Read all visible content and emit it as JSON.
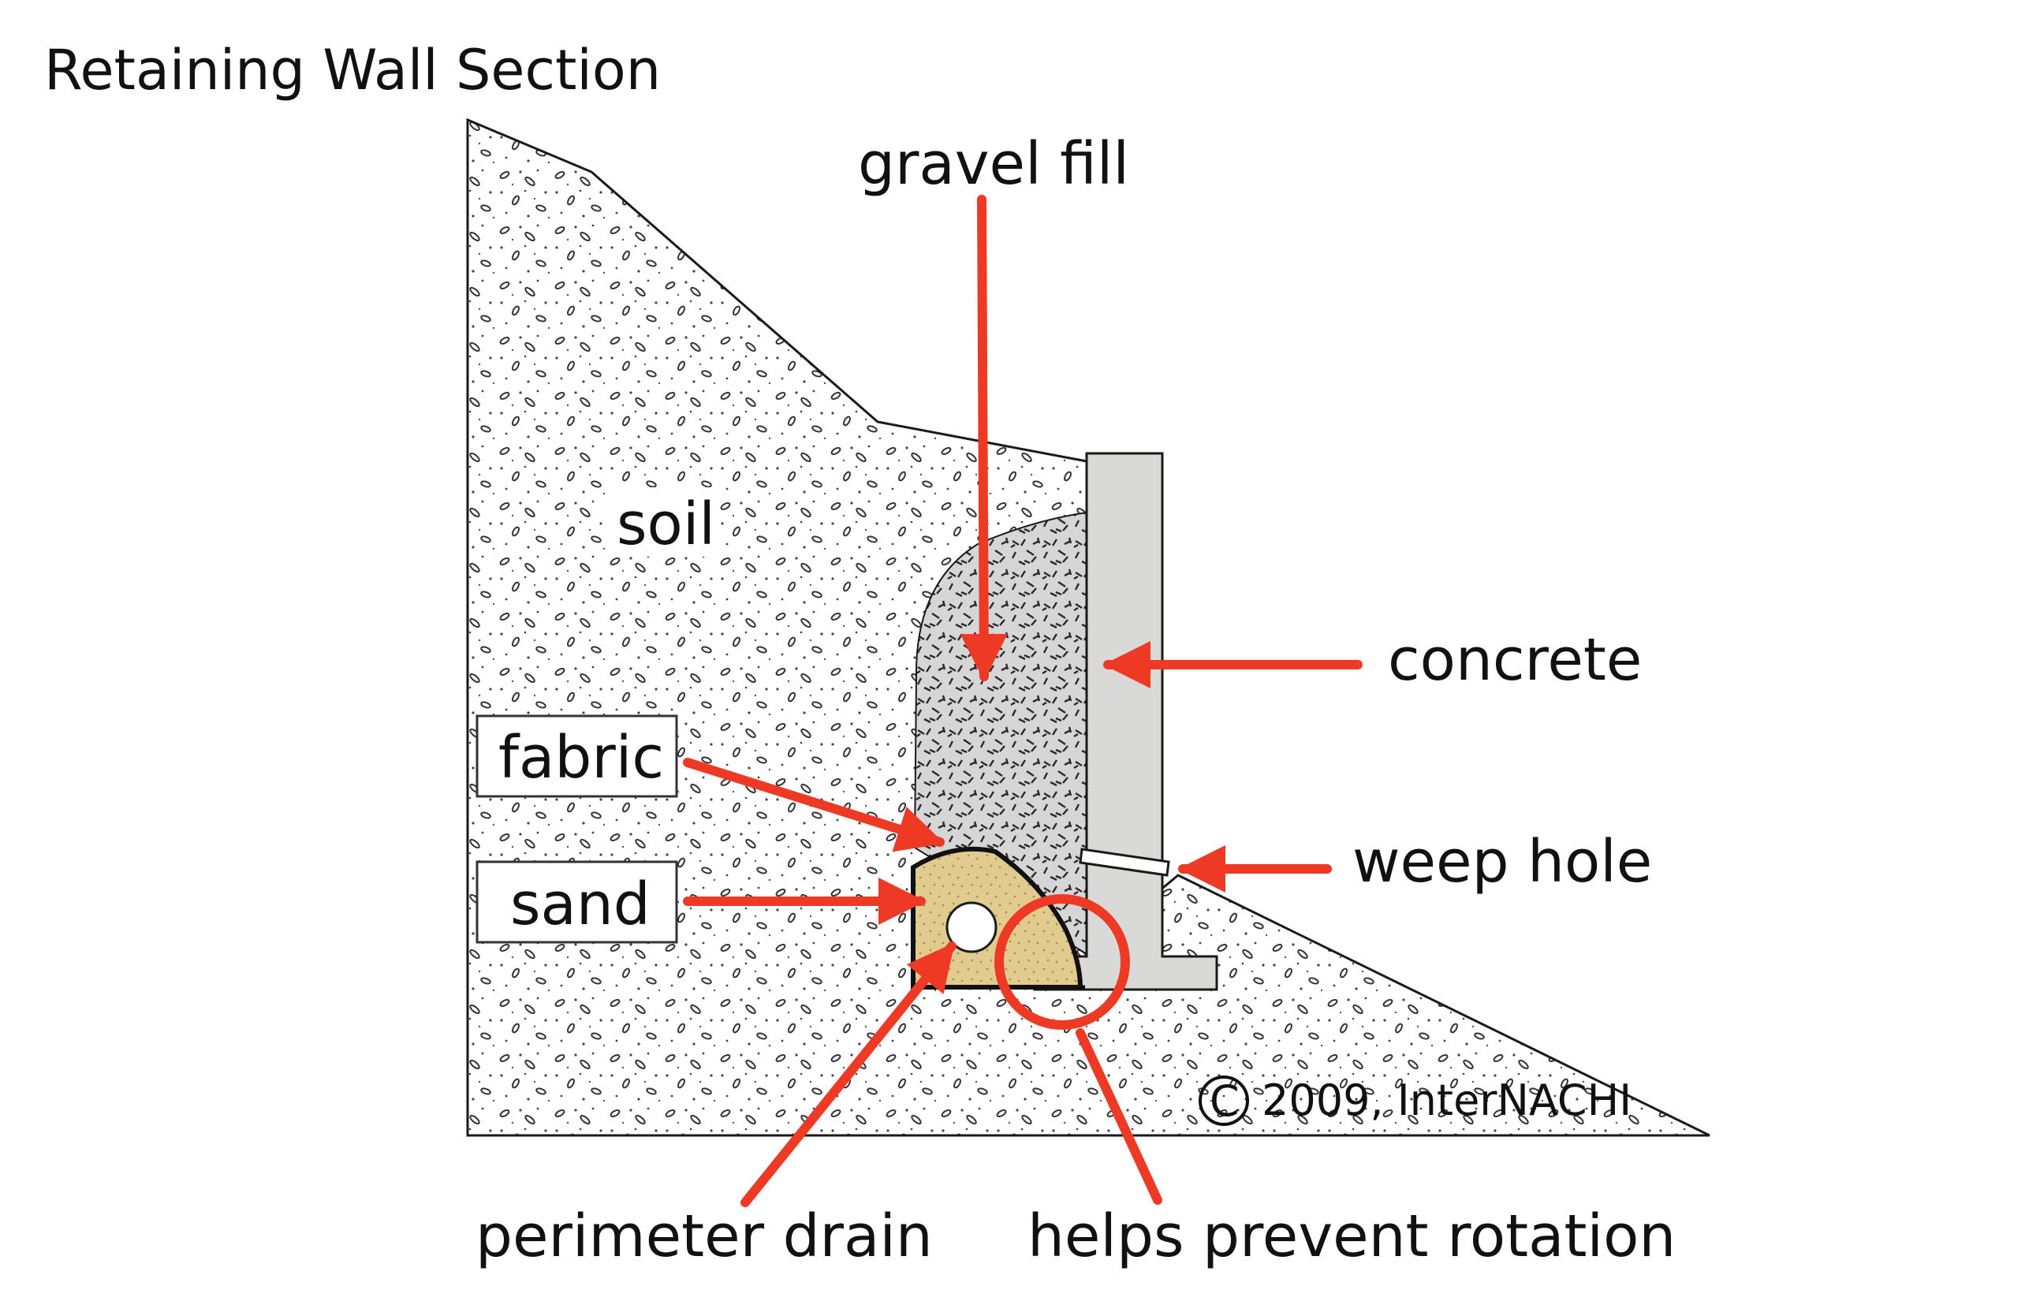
{
  "title": "Retaining Wall Section",
  "labels": {
    "gravel_fill": "gravel fill",
    "soil": "soil",
    "concrete": "concrete",
    "fabric": "fabric",
    "sand": "sand",
    "weep_hole": "weep hole",
    "perimeter_drain": "perimeter drain",
    "helps_prevent_rotation": "helps prevent rotation",
    "copyright": "2009, InterNACHI"
  },
  "colors": {
    "arrow": "#ee3a24",
    "outline": "#1a1a1a",
    "soil_fill": "#ffffff",
    "gravel_fill": "#d6d6d6",
    "concrete": "#d9d9d7",
    "sand": "#e2cb8e",
    "fabric": "#111111"
  },
  "icons": {
    "copyright": "copyright-icon"
  }
}
